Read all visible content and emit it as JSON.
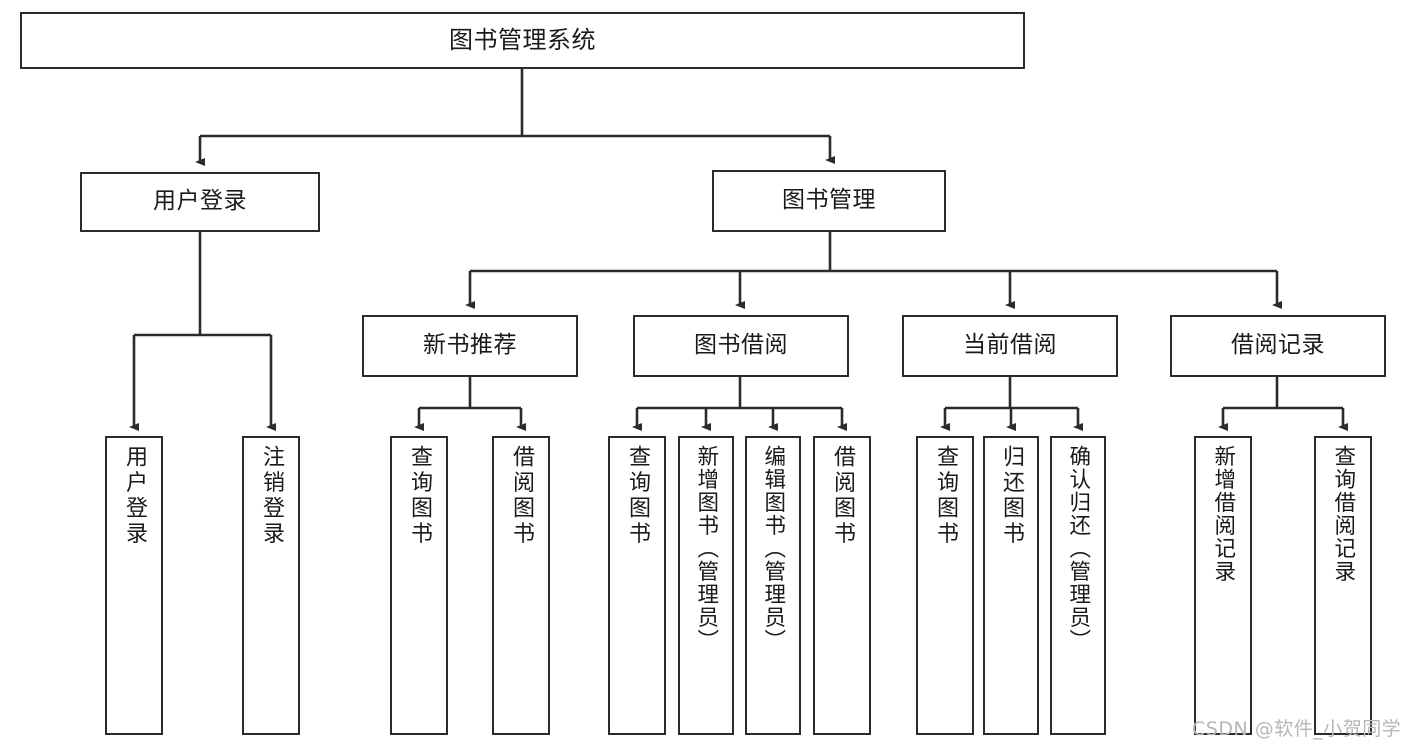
{
  "diagram": {
    "title": "图书管理系统",
    "watermark": "CSDN @软件_小贺同学",
    "colors": {
      "stroke": "#2b2b2b",
      "fill": "#ffffff",
      "text": "#1a1a1a",
      "watermark": "#b7b7b7"
    },
    "nodes": {
      "root": {
        "label": "图书管理系统"
      },
      "level2": [
        {
          "label": "用户登录"
        },
        {
          "label": "图书管理"
        }
      ],
      "level3": [
        {
          "label": "新书推荐"
        },
        {
          "label": "图书借阅"
        },
        {
          "label": "当前借阅"
        },
        {
          "label": "借阅记录"
        }
      ],
      "leaves": {
        "user_login": [
          {
            "label": "用户登录"
          },
          {
            "label": "注销登录"
          }
        ],
        "new_book_recommend": [
          {
            "label": "查询图书"
          },
          {
            "label": "借阅图书"
          }
        ],
        "book_borrow": [
          {
            "label": "查询图书"
          },
          {
            "label": "新增图书（管理员）"
          },
          {
            "label": "编辑图书（管理员）"
          },
          {
            "label": "借阅图书"
          }
        ],
        "current_borrow": [
          {
            "label": "查询图书"
          },
          {
            "label": "归还图书"
          },
          {
            "label": "确认归还（管理员）"
          }
        ],
        "borrow_record": [
          {
            "label": "新增借阅记录"
          },
          {
            "label": "查询借阅记录"
          }
        ]
      }
    }
  }
}
